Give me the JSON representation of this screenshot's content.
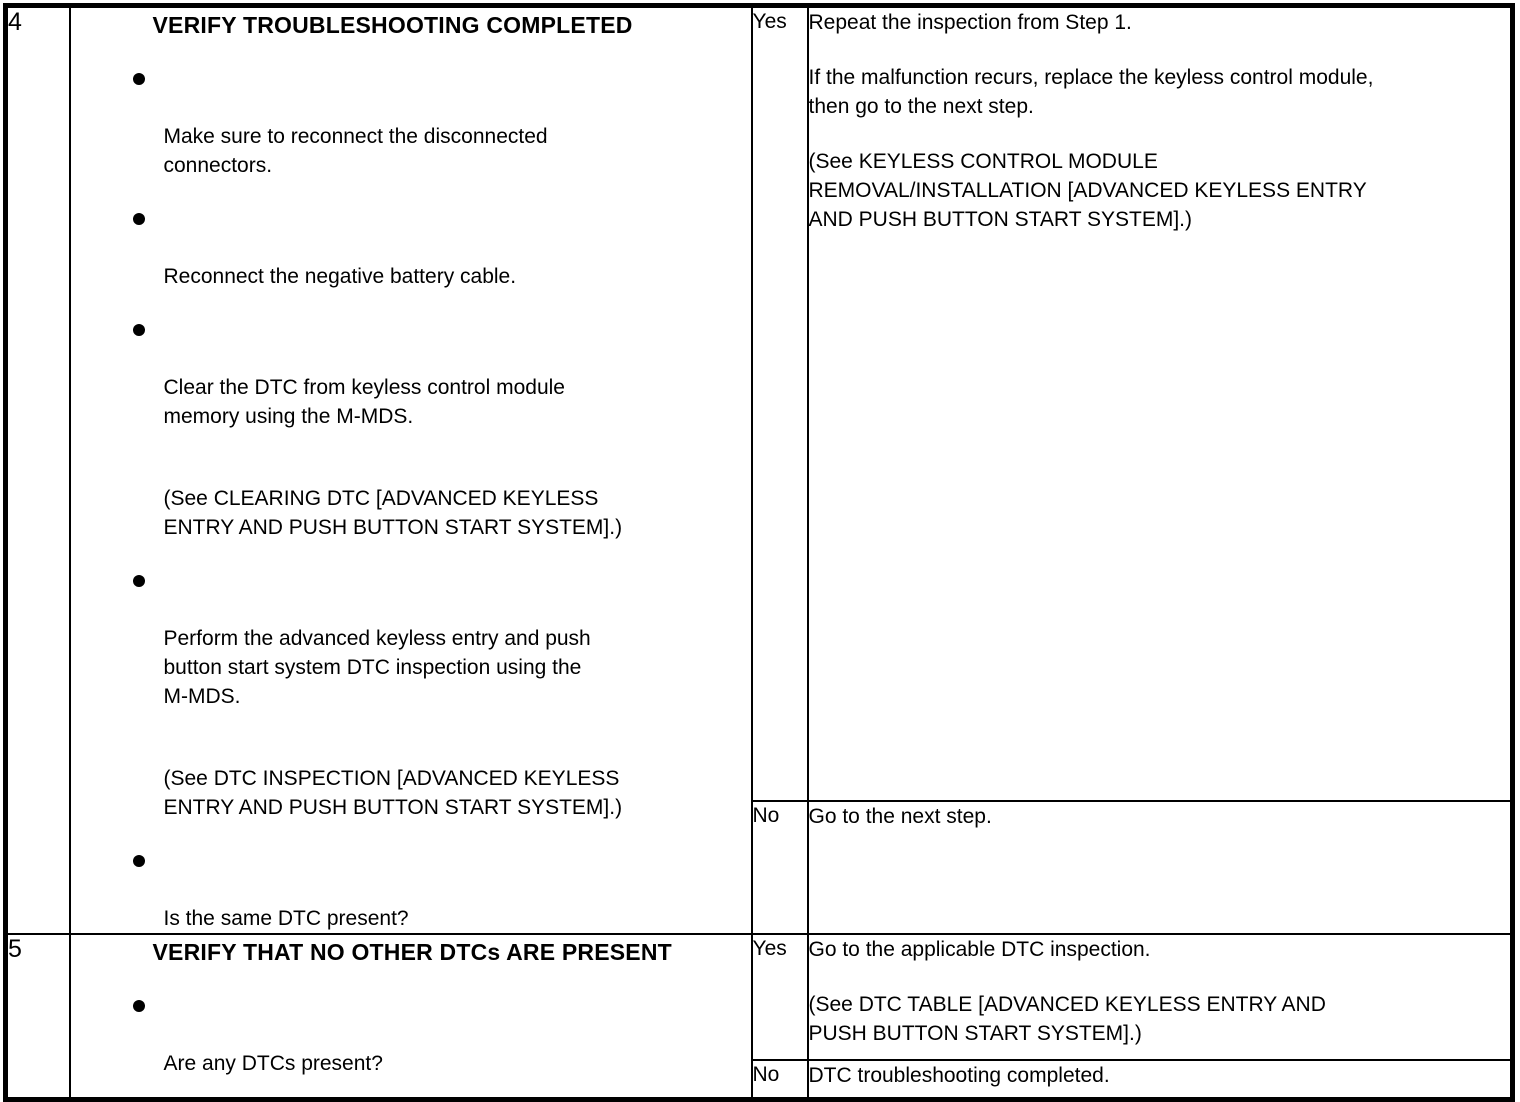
{
  "document": {
    "type": "diagnostic-troubleshooting-table",
    "colors": {
      "background": "#ffffff",
      "border": "#000000",
      "text": "#000000"
    }
  },
  "steps": [
    {
      "number": "4",
      "title": "VERIFY TROUBLESHOOTING COMPLETED",
      "actions": [
        {
          "bullet": true,
          "text": "Make sure to reconnect the disconnected\nconnectors."
        },
        {
          "bullet": true,
          "text": "Reconnect the negative battery cable."
        },
        {
          "bullet": true,
          "text": "Clear the DTC from keyless control module\nmemory using the M-MDS."
        },
        {
          "bullet": false,
          "text": "(See CLEARING DTC [ADVANCED KEYLESS\nENTRY AND PUSH BUTTON START SYSTEM].)"
        },
        {
          "bullet": true,
          "text": "Perform the advanced keyless entry and push\nbutton start system DTC inspection using the\nM-MDS."
        },
        {
          "bullet": false,
          "text": "(See DTC INSPECTION [ADVANCED KEYLESS\nENTRY AND PUSH BUTTON START SYSTEM].)"
        },
        {
          "bullet": true,
          "text": "Is the same DTC present?"
        }
      ],
      "yes_label": "Yes",
      "yes_results": [
        "Repeat the inspection from Step 1.",
        "If the malfunction recurs, replace the keyless control module,\nthen go to the next step.",
        "(See KEYLESS CONTROL MODULE\nREMOVAL/INSTALLATION [ADVANCED KEYLESS ENTRY\nAND PUSH BUTTON START SYSTEM].)"
      ],
      "no_label": "No",
      "no_results": [
        "Go to the next step."
      ]
    },
    {
      "number": "5",
      "title": "VERIFY THAT NO OTHER DTCs ARE PRESENT",
      "actions": [
        {
          "bullet": true,
          "text": "Are any DTCs present?"
        }
      ],
      "yes_label": "Yes",
      "yes_results": [
        "Go to the applicable DTC inspection.",
        "(See DTC TABLE [ADVANCED KEYLESS ENTRY AND\nPUSH BUTTON START SYSTEM].)"
      ],
      "no_label": "No",
      "no_results": [
        "DTC troubleshooting completed."
      ]
    }
  ]
}
